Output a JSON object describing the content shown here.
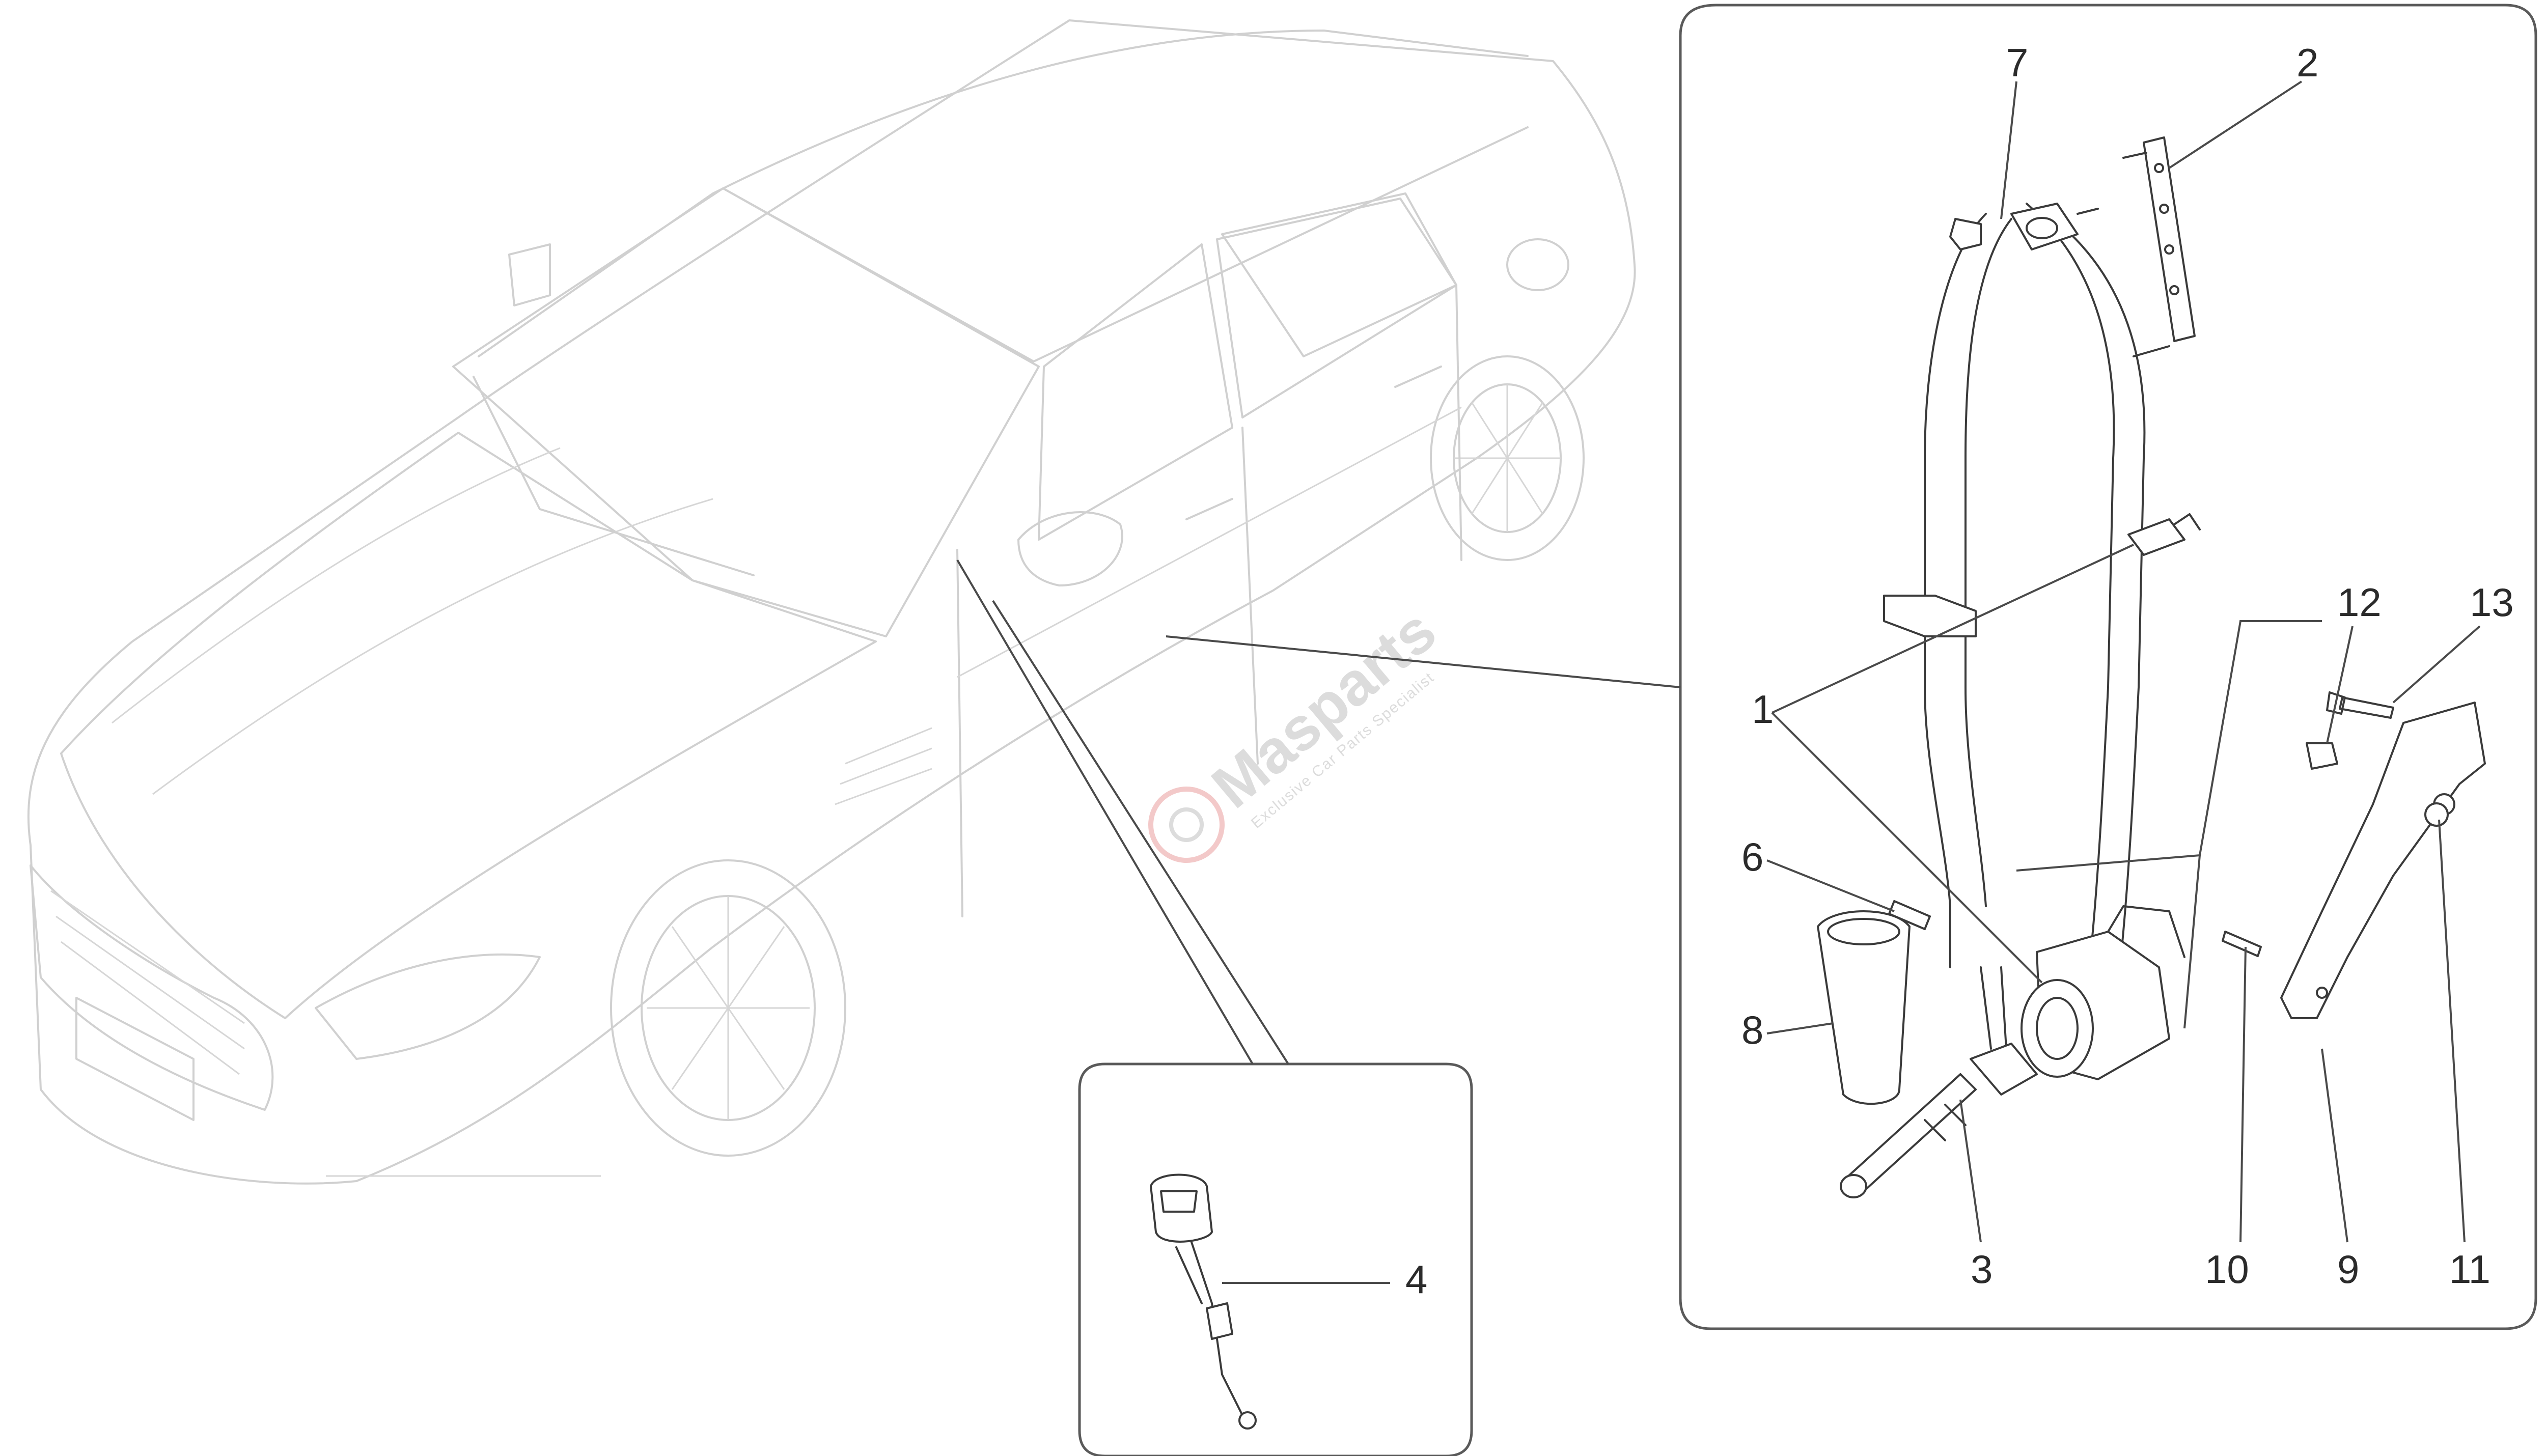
{
  "watermark": {
    "brand": "Masparts",
    "tagline": "Exclusive Car Parts Specialist",
    "color": "#dcdcdc",
    "accent": "#f3c9c9"
  },
  "callouts": {
    "c1": "1",
    "c2": "2",
    "c3": "3",
    "c4": "4",
    "c6": "6",
    "c7": "7",
    "c8": "8",
    "c9": "9",
    "c10": "10",
    "c11": "11",
    "c12": "12",
    "c13": "13"
  }
}
